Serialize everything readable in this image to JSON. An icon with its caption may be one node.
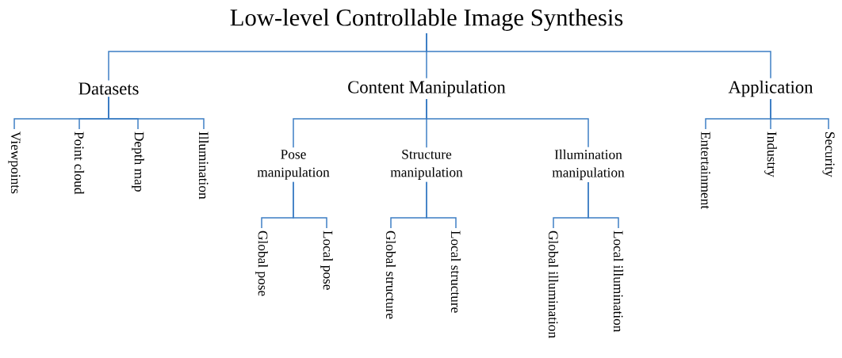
{
  "diagram": {
    "nodes": [
      {
        "text": [
          "Low-level Controllable Image Synthesis"
        ]
      },
      {
        "text": [
          "Datasets"
        ]
      },
      {
        "text": [
          "Content Manipulation"
        ]
      },
      {
        "text": [
          "Application"
        ]
      },
      {
        "text": [
          "Viewpoints"
        ]
      },
      {
        "text": [
          "Point cloud"
        ]
      },
      {
        "text": [
          "Depth map"
        ]
      },
      {
        "text": [
          "Illumination"
        ]
      },
      {
        "text": [
          "Pose manipulation"
        ]
      },
      {
        "text": [
          "Structure manipulation"
        ]
      },
      {
        "text": [
          "Illumination manipulation"
        ]
      },
      {
        "text": [
          "Global pose"
        ]
      },
      {
        "text": [
          "Local pose"
        ]
      },
      {
        "text": [
          "Global structure"
        ]
      },
      {
        "text": [
          "Local structure"
        ]
      },
      {
        "text": [
          "Global illumination"
        ]
      },
      {
        "text": [
          "Local illumination"
        ]
      },
      {
        "text": [
          "Entertainment"
        ]
      },
      {
        "text": [
          "Industry"
        ]
      },
      {
        "text": [
          "Security"
        ]
      }
    ],
    "edges": [
      {
        "from": 0,
        "to": 1,
        "arrow": "none"
      },
      {
        "from": 0,
        "to": 2,
        "arrow": "none"
      },
      {
        "from": 0,
        "to": 3,
        "arrow": "none"
      },
      {
        "from": 1,
        "to": 4,
        "arrow": "none"
      },
      {
        "from": 1,
        "to": 5,
        "arrow": "none"
      },
      {
        "from": 1,
        "to": 6,
        "arrow": "none"
      },
      {
        "from": 1,
        "to": 7,
        "arrow": "none"
      },
      {
        "from": 2,
        "to": 8,
        "arrow": "none"
      },
      {
        "from": 2,
        "to": 9,
        "arrow": "none"
      },
      {
        "from": 2,
        "to": 10,
        "arrow": "none"
      },
      {
        "from": 8,
        "to": 11,
        "arrow": "none"
      },
      {
        "from": 8,
        "to": 12,
        "arrow": "none"
      },
      {
        "from": 9,
        "to": 13,
        "arrow": "none"
      },
      {
        "from": 9,
        "to": 14,
        "arrow": "none"
      },
      {
        "from": 10,
        "to": 15,
        "arrow": "none"
      },
      {
        "from": 10,
        "to": 16,
        "arrow": "none"
      },
      {
        "from": 3,
        "to": 17,
        "arrow": "none"
      },
      {
        "from": 3,
        "to": 18,
        "arrow": "none"
      },
      {
        "from": 3,
        "to": 19,
        "arrow": "none"
      }
    ]
  }
}
